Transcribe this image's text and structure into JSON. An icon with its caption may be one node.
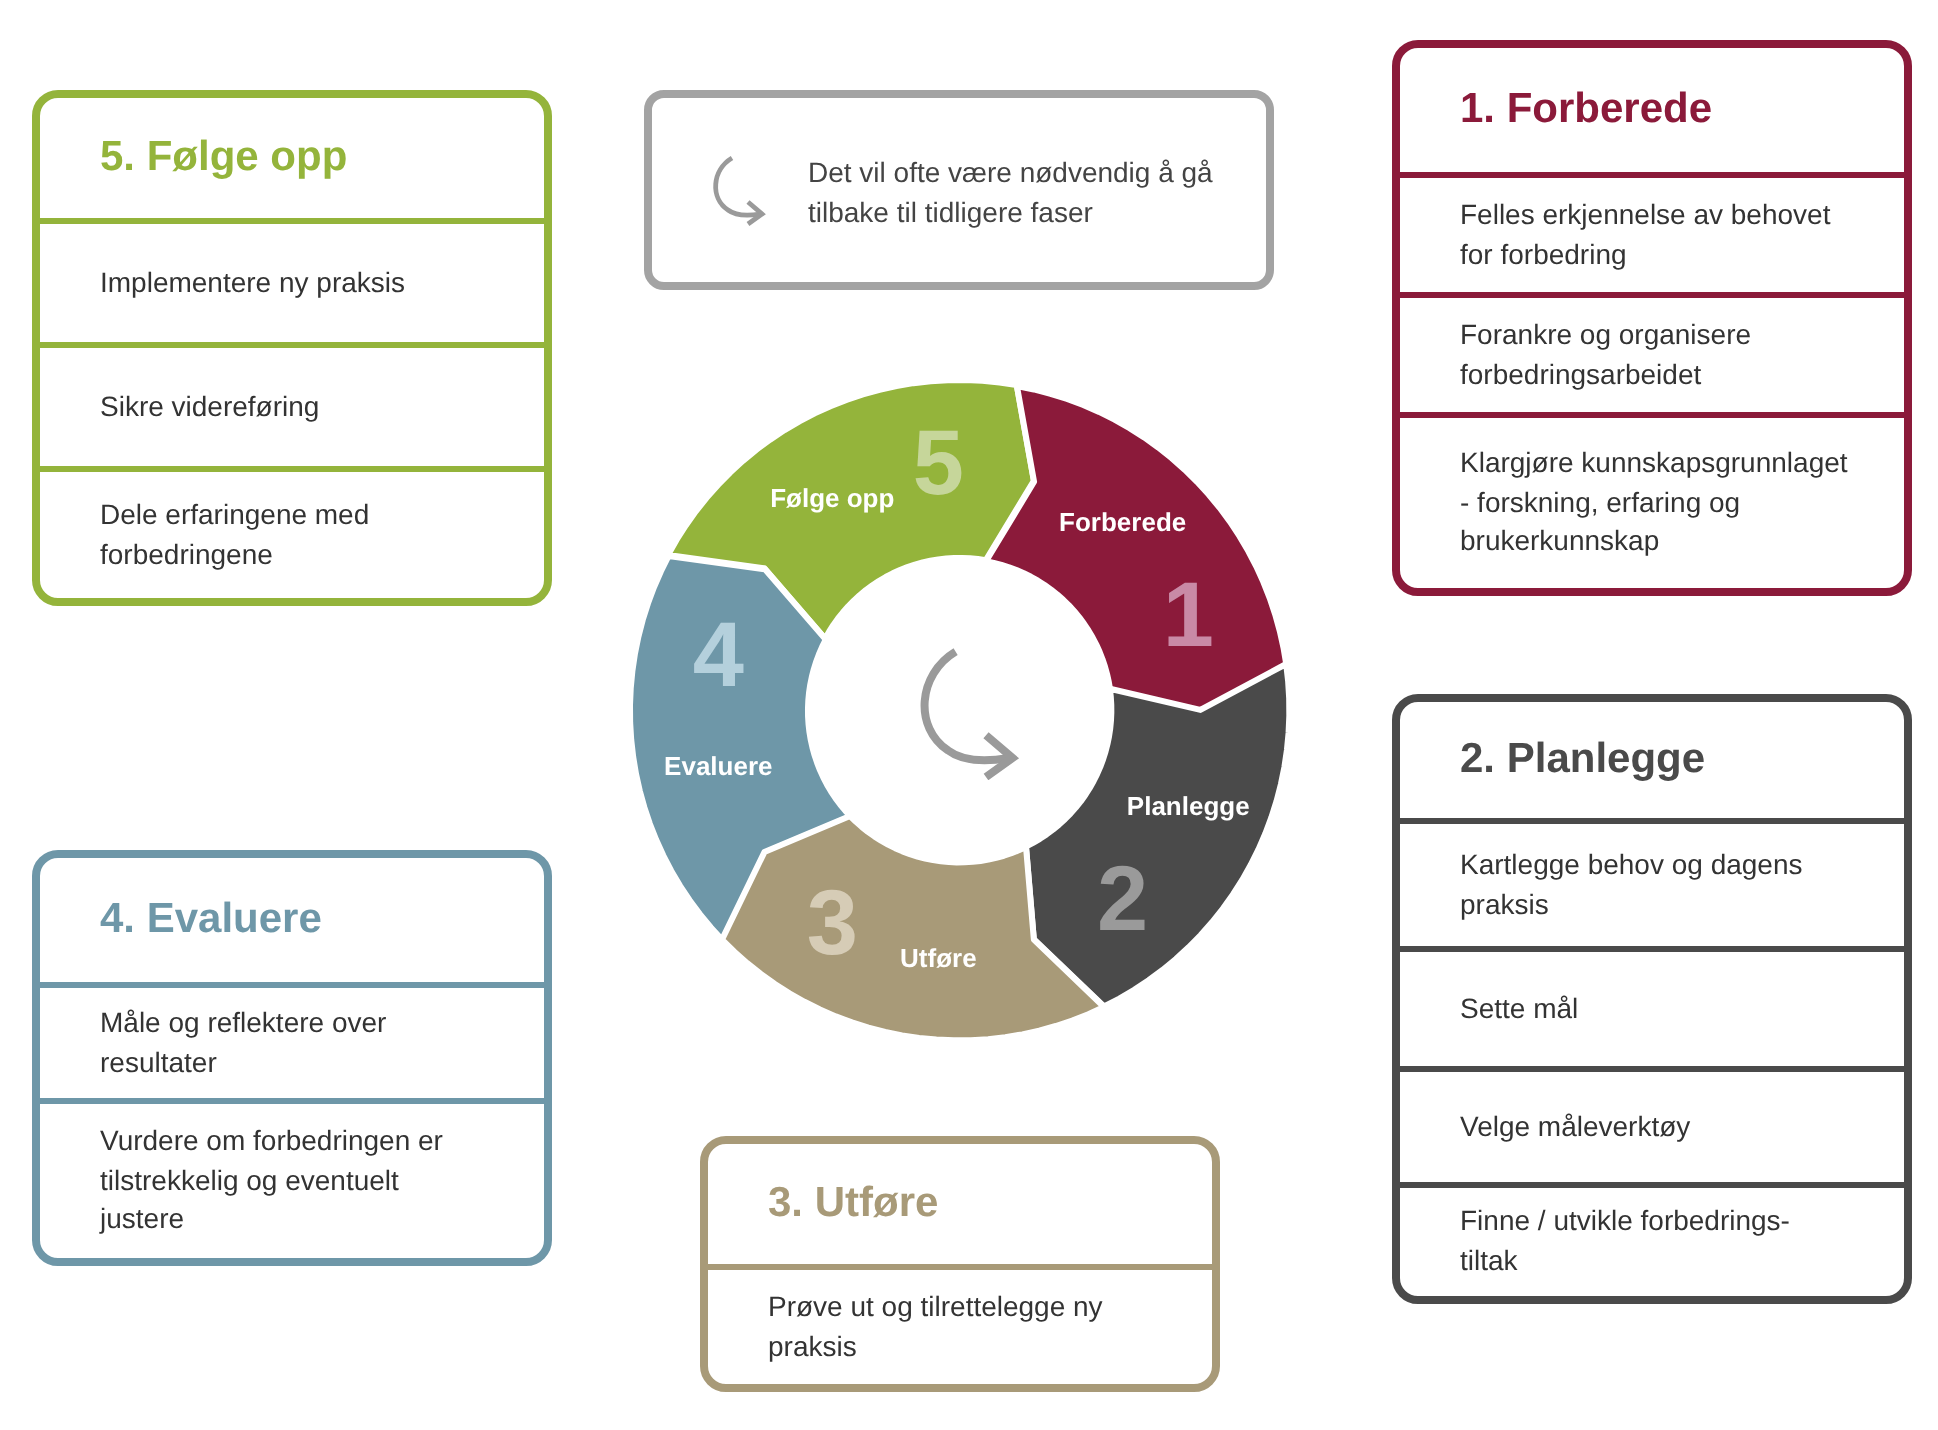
{
  "diagram": {
    "nodes": [
      {
        "text": [
          "5. Følge opp"
        ]
      },
      {
        "text": [
          "Implementere ny praksis"
        ],
        "in": 0
      },
      {
        "text": [
          "Sikre videreføring"
        ],
        "in": 0
      },
      {
        "text": [
          "Dele erfaringene med forbedringene"
        ],
        "in": 0
      },
      {
        "text": [
          "Det vil ofte være nødvendig å gå tilbake til tidligere faser"
        ]
      },
      {
        "text": [
          "1. Forberede"
        ]
      },
      {
        "text": [
          "Felles erkjennelse av behovet for forbedring"
        ],
        "in": 5
      },
      {
        "text": [
          "Forankre og organisere forbedringsarbeidet"
        ],
        "in": 5
      },
      {
        "text": [
          "Klargjøre kunnskapsgrunnlaget - forskning, erfaring og brukerkunnskap"
        ],
        "in": 5
      },
      {
        "text": [
          "5",
          "Følge opp"
        ]
      },
      {
        "text": [
          "Forberede",
          "1"
        ]
      },
      {
        "text": [
          "4",
          "Evaluere"
        ]
      },
      {
        "text": [
          "Planlegge",
          "2"
        ]
      },
      {
        "text": [
          "3",
          "Utføre"
        ]
      },
      {
        "text": [
          "4. Evaluere"
        ]
      },
      {
        "text": [
          "Måle og reflektere over resultater"
        ],
        "in": 14
      },
      {
        "text": [
          "Vurdere om forbedringen er tilstrekkelig og eventuelt justere"
        ],
        "in": 14
      },
      {
        "text": [
          "2. Planlegge"
        ]
      },
      {
        "text": [
          "Kartlegge behov og dagens praksis"
        ],
        "in": 17
      },
      {
        "text": [
          "Sette mål"
        ],
        "in": 17
      },
      {
        "text": [
          "Velge måleverktøy"
        ],
        "in": 17
      },
      {
        "text": [
          "Finne / utvikle forbedrings- tiltak"
        ],
        "in": 17
      },
      {
        "text": [
          "3. Utføre"
        ]
      },
      {
        "text": [
          "Prøve ut  og tilrettelegge ny praksis"
        ],
        "in": 22
      }
    ]
  }
}
